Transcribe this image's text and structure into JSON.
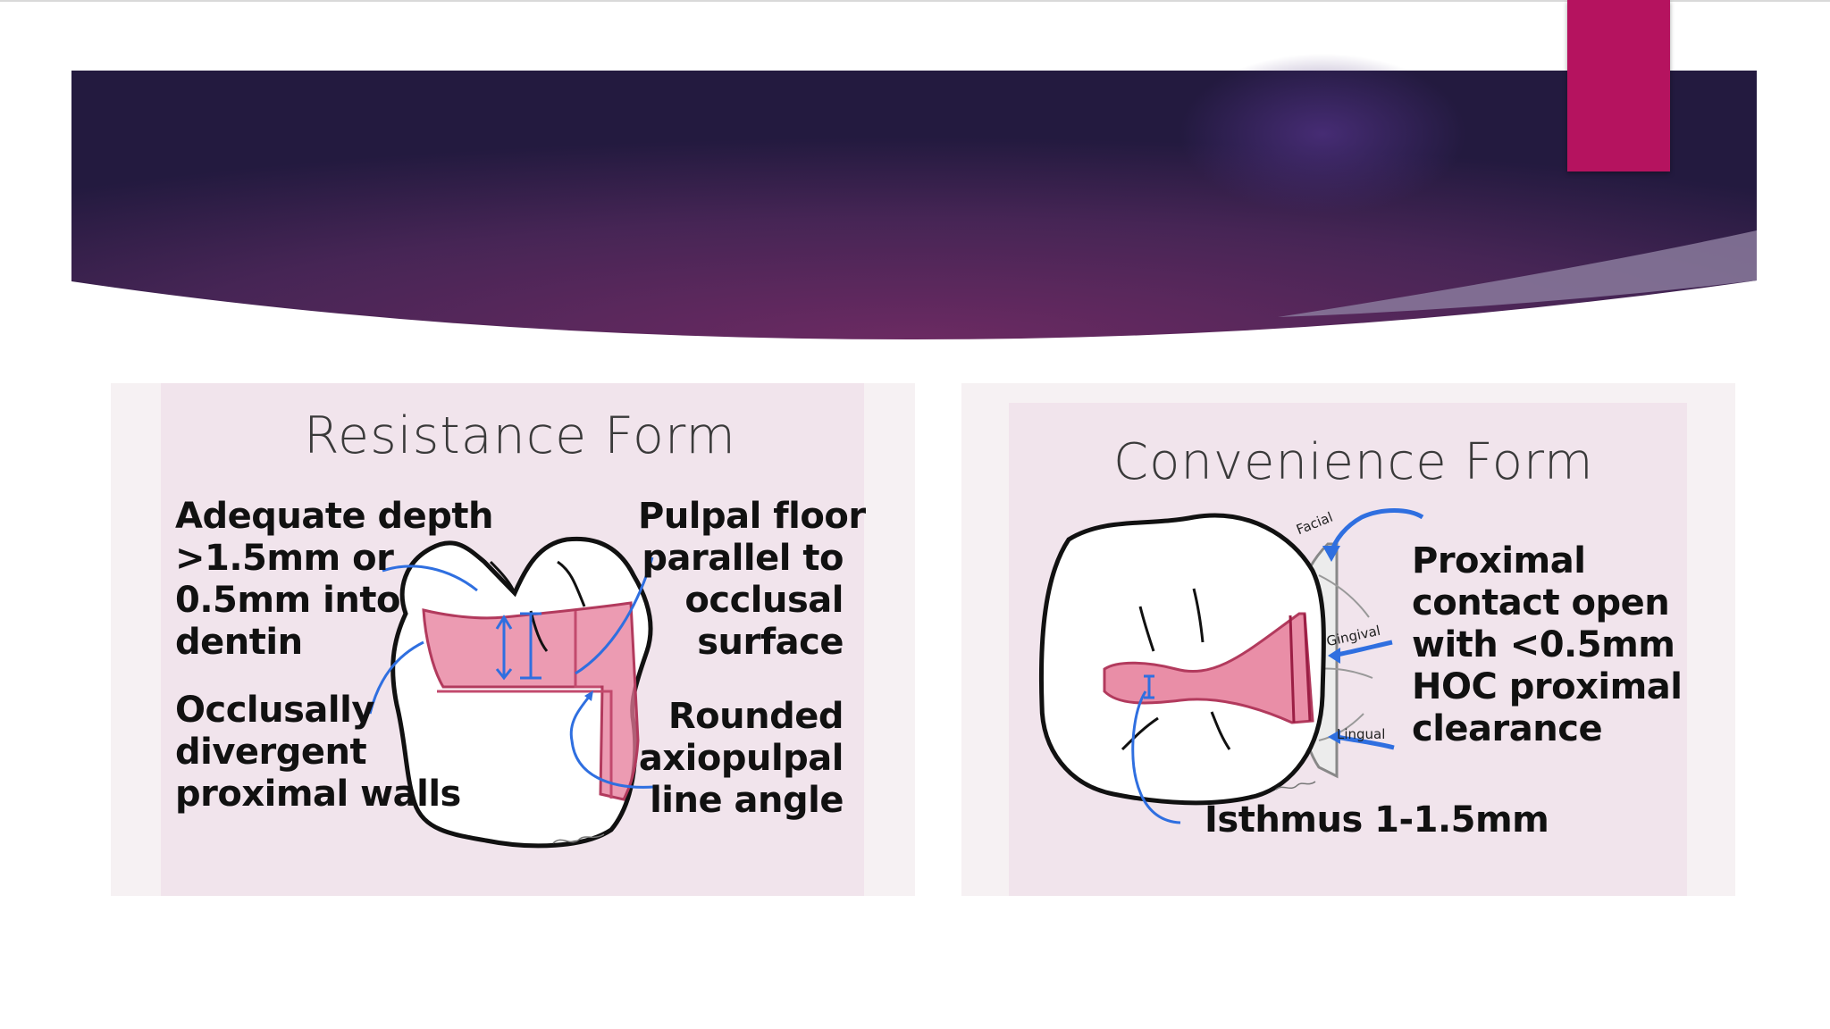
{
  "slide": {
    "accent_color": "#b5135f",
    "banner_colors": [
      "#231a3f",
      "#6b2a62"
    ]
  },
  "resistance": {
    "title": "Resistance Form",
    "notes": {
      "depth": [
        "Adequate depth",
        ">1.5mm or",
        "0.5mm into",
        "dentin"
      ],
      "walls": [
        "Occlusally",
        "divergent",
        "proximal walls"
      ],
      "floor": [
        "Pulpal floor",
        "parallel to",
        "occlusal",
        "surface"
      ],
      "angle": [
        "Rounded",
        "axiopulpal",
        "line angle"
      ]
    }
  },
  "convenience": {
    "title": "Convenience Form",
    "surfaces": {
      "facial": "Facial",
      "gingival": "Gingival",
      "lingual": "Lingual"
    },
    "notes": {
      "contact": [
        "Proximal",
        "contact open",
        "with <0.5mm",
        "HOC proximal",
        "clearance"
      ],
      "isthmus": "Isthmus 1-1.5mm"
    }
  }
}
